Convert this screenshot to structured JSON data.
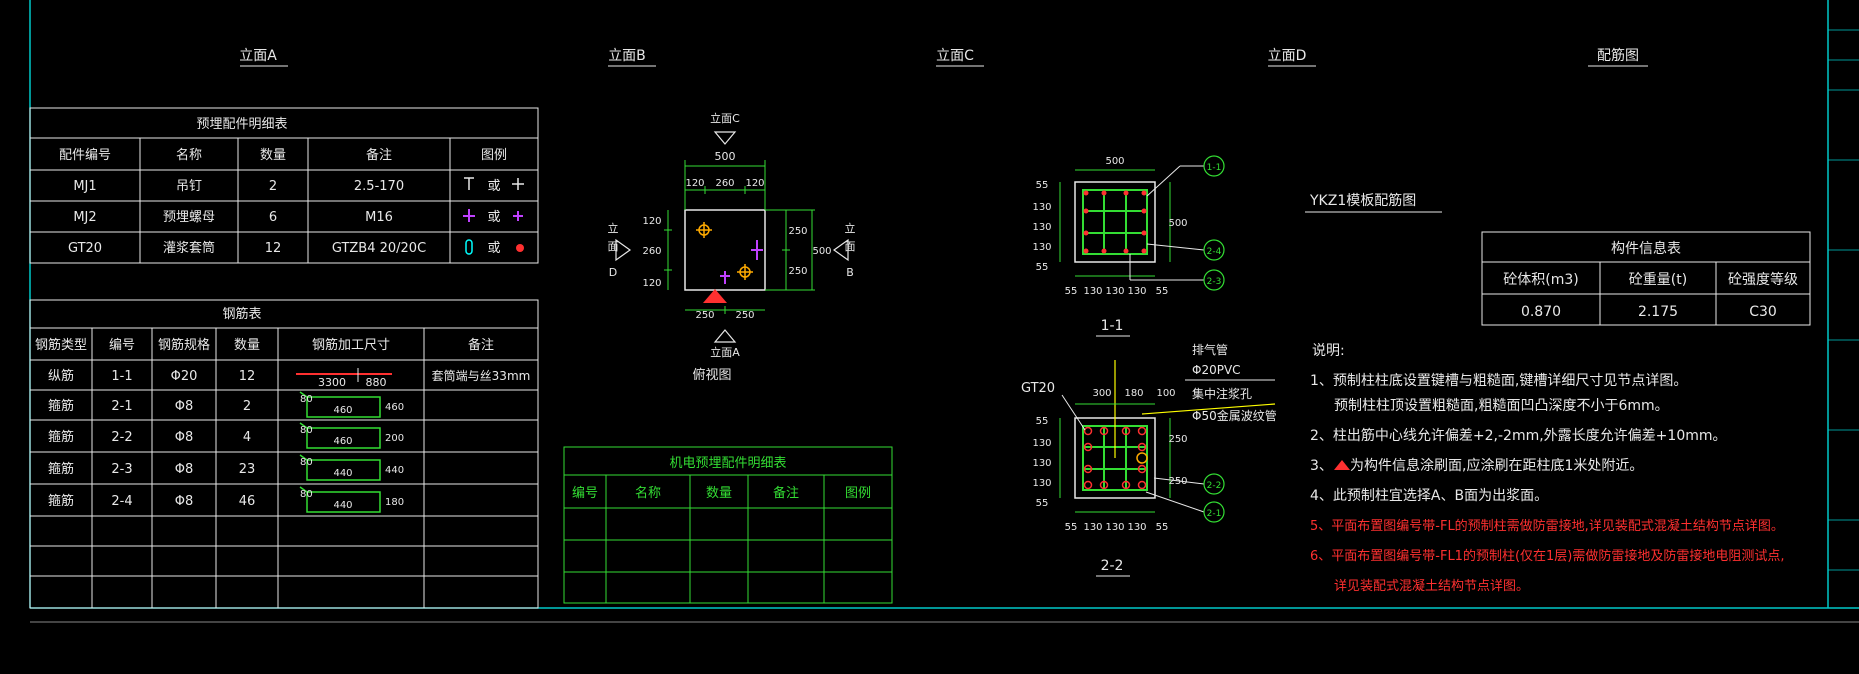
{
  "views": [
    "立面A",
    "立面B",
    "立面C",
    "立面D",
    "配筋图"
  ],
  "embedded_table": {
    "title": "预埋配件明细表",
    "headers": [
      "配件编号",
      "名称",
      "数量",
      "备注",
      "图例"
    ],
    "rows": [
      [
        "MJ1",
        "吊钉",
        "2",
        "2.5-170",
        "或"
      ],
      [
        "MJ2",
        "预埋螺母",
        "6",
        "M16",
        "或"
      ],
      [
        "GT20",
        "灌浆套筒",
        "12",
        "GTZB4 20/20C",
        "或"
      ]
    ]
  },
  "rebar_table": {
    "title": "钢筋表",
    "headers": [
      "钢筋类型",
      "编号",
      "钢筋规格",
      "数量",
      "钢筋加工尺寸",
      "备注"
    ],
    "rows": [
      {
        "type": "纵筋",
        "id": "1-1",
        "spec": "Φ20",
        "qty": "12",
        "d1": "3300",
        "d2": "880",
        "note": "套筒端与丝33mm"
      },
      {
        "type": "箍筋",
        "id": "2-1",
        "spec": "Φ8",
        "qty": "2",
        "d0": "80",
        "d1": "460",
        "d2": "460",
        "note": ""
      },
      {
        "type": "箍筋",
        "id": "2-2",
        "spec": "Φ8",
        "qty": "4",
        "d0": "80",
        "d1": "460",
        "d2": "200",
        "note": ""
      },
      {
        "type": "箍筋",
        "id": "2-3",
        "spec": "Φ8",
        "qty": "23",
        "d0": "80",
        "d1": "440",
        "d2": "440",
        "note": ""
      },
      {
        "type": "箍筋",
        "id": "2-4",
        "spec": "Φ8",
        "qty": "46",
        "d0": "80",
        "d1": "440",
        "d2": "180",
        "note": ""
      }
    ]
  },
  "mep_table": {
    "title": "机电预埋配件明细表",
    "headers": [
      "编号",
      "名称",
      "数量",
      "备注",
      "图例"
    ]
  },
  "plan_view": {
    "top_label": "立面C",
    "bottom_label": "立面A",
    "left_label": [
      "立",
      "面",
      "D"
    ],
    "right_label": [
      "立",
      "面",
      "B"
    ],
    "caption": "俯视图",
    "dims_top": [
      "500",
      "120",
      "260",
      "120"
    ],
    "dims_left": [
      "120",
      "260",
      "120"
    ],
    "dims_right": [
      "250",
      "250",
      "500"
    ],
    "dims_bottom": [
      "250",
      "250"
    ]
  },
  "section_1": {
    "caption": "1-1",
    "top_dim": "500",
    "left_dims": [
      "55",
      "130",
      "130",
      "130",
      "55"
    ],
    "bottom_dims": [
      "55",
      "130",
      "130",
      "130",
      "55"
    ],
    "right_dim": "500",
    "tags": [
      "1-1",
      "2-4",
      "2-3"
    ]
  },
  "section_2": {
    "caption": "2-2",
    "label_gt": "GT20",
    "top_dims": [
      "300",
      "180",
      "100"
    ],
    "left_dims": [
      "55",
      "130",
      "130",
      "130",
      "55"
    ],
    "bottom_dims": [
      "55",
      "130",
      "130",
      "130",
      "55"
    ],
    "right_dims": [
      "250",
      "250"
    ],
    "annotations": [
      "排气管",
      "Φ20PVC",
      "集中注浆孔",
      "Φ50金属波纹管"
    ],
    "tags": [
      "2-2",
      "2-1"
    ]
  },
  "component": {
    "title": "YKZ1模板配筋图",
    "table_title": "构件信息表",
    "headers": [
      "砼体积(m3)",
      "砼重量(t)",
      "砼强度等级"
    ],
    "values": [
      "0.870",
      "2.175",
      "C30"
    ]
  },
  "notes": {
    "title": "说明:",
    "lines": [
      {
        "text": "1、预制柱柱底设置键槽与粗糙面,键槽详细尺寸见节点详图。",
        "color": "white"
      },
      {
        "text": "预制柱柱顶设置粗糙面,粗糙面凹凸深度不小于6mm。",
        "color": "white"
      },
      {
        "text": "2、柱出筋中心线允许偏差+2,-2mm,外露长度允许偏差+10mm。",
        "color": "white"
      },
      {
        "text": "为构件信息涂刷面,应涂刷在距柱底1米处附近。",
        "color": "white"
      },
      {
        "text": "4、此预制柱宜选择A、B面为出浆面。",
        "color": "white"
      },
      {
        "text": "5、平面布置图编号带-FL的预制柱需做防雷接地,详见装配式混凝土结构节点详图。",
        "color": "red"
      },
      {
        "text": "6、平面布置图编号带-FL1的预制柱(仅在1层)需做防雷接地及防雷接地电阻测试点,",
        "color": "red"
      },
      {
        "text": "详见装配式混凝土结构节点详图。",
        "color": "red"
      }
    ],
    "note3_prefix": "3、"
  },
  "colors": {
    "frame": "#00c8c8",
    "green": "#33dd33",
    "red": "#ff3030",
    "purple": "#c040ff",
    "orange": "#ffaa00",
    "cyan": "#00ffff",
    "yellow": "#ffff00"
  }
}
